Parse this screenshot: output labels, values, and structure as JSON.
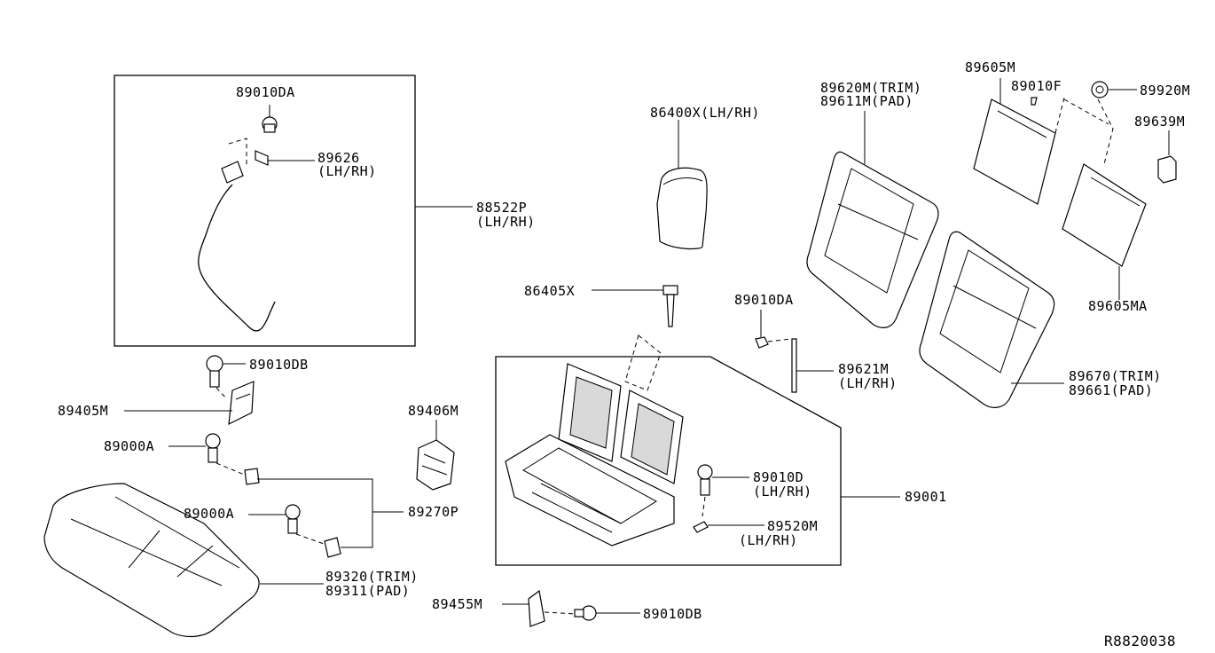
{
  "diagram": {
    "labels": {
      "p89010DA_top": "89010DA",
      "p89626": "89626",
      "p89626_sub": "(LH/RH)",
      "p88522P": "88522P",
      "p88522P_sub": "(LH/RH)",
      "p86400X": "86400X(LH/RH)",
      "p89620M": "89620M(TRIM)",
      "p89611M": "89611M(PAD)",
      "p89605M": "89605M",
      "p89010F": "89010F",
      "p89920M": "89920M",
      "p89639M": "89639M",
      "p89605MA": "89605MA",
      "p86405X": "86405X",
      "p89010DA_mid": "89010DA",
      "p89621M": "89621M",
      "p89621M_sub": "(LH/RH)",
      "p89670": "89670(TRIM)",
      "p89661": "89661(PAD)",
      "p89010DB_top": "89010DB",
      "p89405M": "89405M",
      "p89406M": "89406M",
      "p89000A_a": "89000A",
      "p89000A_b": "89000A",
      "p89270P": "89270P",
      "p89010D": "89010D",
      "p89010D_sub": "(LH/RH)",
      "p89001": "89001",
      "p89520M": "89520M",
      "p89520M_sub": "(LH/RH)",
      "p89320": "89320(TRIM)",
      "p89311": "89311(PAD)",
      "p89455M": "89455M",
      "p89010DB_bot": "89010DB",
      "ref": "R8820038"
    }
  }
}
